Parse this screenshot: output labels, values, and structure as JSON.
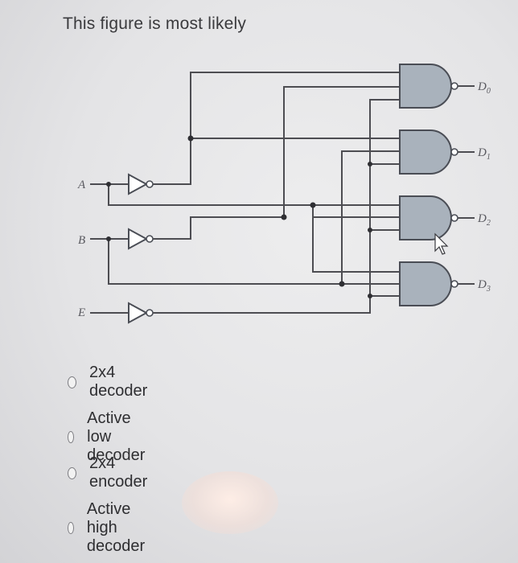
{
  "question": {
    "text": "This figure is most likely"
  },
  "circuit": {
    "inputs": [
      "A",
      "B",
      "E"
    ],
    "outputs": [
      "D0",
      "D1",
      "D2",
      "D3"
    ],
    "output_labels": [
      {
        "main": "D",
        "sub": "0"
      },
      {
        "main": "D",
        "sub": "1"
      },
      {
        "main": "D",
        "sub": "2"
      },
      {
        "main": "D",
        "sub": "3"
      }
    ]
  },
  "options": [
    {
      "label": "2x4 decoder"
    },
    {
      "label": "Active low decoder"
    },
    {
      "label": "2x4 encoder"
    },
    {
      "label": "Active high decoder"
    }
  ]
}
